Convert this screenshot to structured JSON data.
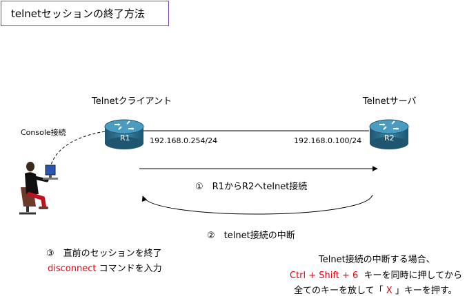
{
  "title": "telnetセッションの終了方法",
  "nodes": {
    "r1": {
      "label": "R1",
      "caption": "Telnetクライアント",
      "ip": "192.168.0.254/24"
    },
    "r2": {
      "label": "R2",
      "caption": "Telnetサーバ",
      "ip": "192.168.0.100/24"
    }
  },
  "console_label": "Console接続",
  "steps": {
    "step1": "①　R1からR2へtelnet接続",
    "step2": "②　telnet接続の中断",
    "step3_line1": "③　直前のセッションを終了",
    "step3_cmd": "disconnect",
    "step3_rest": " コマンドを入力"
  },
  "note": {
    "line1": "Telnet接続の中断する場合、",
    "keys": "Ctrl + Shift + 6",
    "line2_rest": "キーを同時に押してから",
    "line3_a": "全てのキーを放して「",
    "line3_key": "X",
    "line3_b": "」キーを押す。"
  },
  "colors": {
    "router_fill": "#2e6f8f",
    "accent_red": "#e8000f",
    "title_border": "#7a3fa0"
  }
}
